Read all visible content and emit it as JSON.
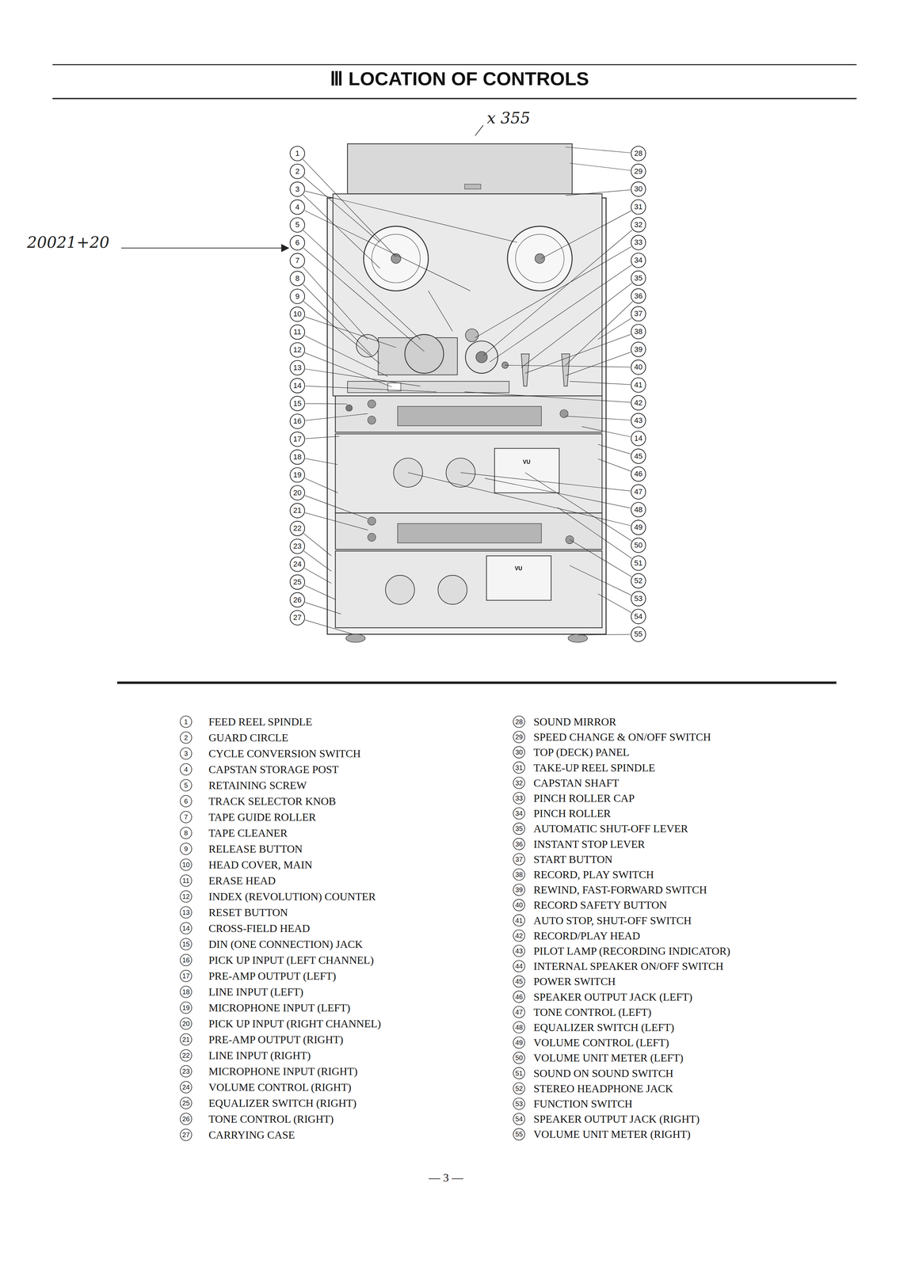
{
  "diagram": {
    "title": "Ⅲ LOCATION OF CONTROLS",
    "labels": [
      "x 355",
      "20021+20",
      "1",
      "2",
      "3",
      "4",
      "5",
      "6",
      "7",
      "8",
      "9",
      "10",
      "11",
      "12",
      "13",
      "14",
      "15",
      "16",
      "17",
      "18",
      "19",
      "20",
      "21",
      "22",
      "23",
      "24",
      "25",
      "26",
      "27",
      "28",
      "29",
      "30",
      "31",
      "32",
      "33",
      "34",
      "35",
      "36",
      "37",
      "38",
      "39",
      "40",
      "41",
      "42",
      "43",
      "14",
      "45",
      "46",
      "47",
      "48",
      "49",
      "50",
      "51",
      "52",
      "53",
      "54",
      "55",
      "VU",
      "VU",
      "1",
      "FEED REEL SPINDLE",
      "2",
      "GUARD CIRCLE",
      "3",
      "CYCLE CONVERSION SWITCH",
      "4",
      "CAPSTAN STORAGE POST",
      "5",
      "RETAINING SCREW",
      "6",
      "TRACK SELECTOR KNOB",
      "7",
      "TAPE GUIDE ROLLER",
      "8",
      "TAPE CLEANER",
      "9",
      "RELEASE BUTTON",
      "10",
      "HEAD COVER, MAIN",
      "11",
      "ERASE HEAD",
      "12",
      "INDEX (REVOLUTION) COUNTER",
      "13",
      "RESET BUTTON",
      "14",
      "CROSS-FIELD HEAD",
      "15",
      "DIN (ONE CONNECTION) JACK",
      "16",
      "PICK UP INPUT (LEFT CHANNEL)",
      "17",
      "PRE-AMP OUTPUT (LEFT)",
      "18",
      "LINE INPUT (LEFT)",
      "19",
      "MICROPHONE INPUT (LEFT)",
      "20",
      "PICK UP INPUT (RIGHT CHANNEL)",
      "21",
      "PRE-AMP OUTPUT (RIGHT)",
      "22",
      "LINE INPUT (RIGHT)",
      "23",
      "MICROPHONE INPUT (RIGHT)",
      "24",
      "VOLUME CONTROL (RIGHT)",
      "25",
      "EQUALIZER SWITCH (RIGHT)",
      "26",
      "TONE CONTROL (RIGHT)",
      "27",
      "CARRYING CASE",
      "28",
      "SOUND MIRROR",
      "29",
      "SPEED CHANGE & ON/OFF SWITCH",
      "30",
      "TOP (DECK) PANEL",
      "31",
      "TAKE-UP REEL SPINDLE",
      "32",
      "CAPSTAN SHAFT",
      "33",
      "PINCH ROLLER CAP",
      "34",
      "PINCH ROLLER",
      "35",
      "AUTOMATIC SHUT-OFF LEVER",
      "36",
      "INSTANT STOP LEVER",
      "37",
      "START BUTTON",
      "38",
      "RECORD, PLAY SWITCH",
      "39",
      "REWIND, FAST-FORWARD SWITCH",
      "40",
      "RECORD SAFETY BUTTON",
      "41",
      "AUTO STOP, SHUT-OFF SWITCH",
      "42",
      "RECORD/PLAY HEAD",
      "43",
      "PILOT LAMP (RECORDING INDICATOR)",
      "44",
      "INTERNAL SPEAKER ON/OFF SWITCH",
      "45",
      "POWER SWITCH",
      "46",
      "SPEAKER OUTPUT JACK (LEFT)",
      "47",
      "TONE CONTROL (LEFT)",
      "48",
      "EQUALIZER SWITCH (LEFT)",
      "49",
      "VOLUME CONTROL (LEFT)",
      "50",
      "VOLUME UNIT METER (LEFT)",
      "51",
      "SOUND ON SOUND SWITCH",
      "52",
      "STEREO HEADPHONE JACK",
      "53",
      "FUNCTION SWITCH",
      "54",
      "SPEAKER OUTPUT JACK (RIGHT)",
      "55",
      "VOLUME UNIT METER (RIGHT)",
      "— 3 —"
    ]
  }
}
